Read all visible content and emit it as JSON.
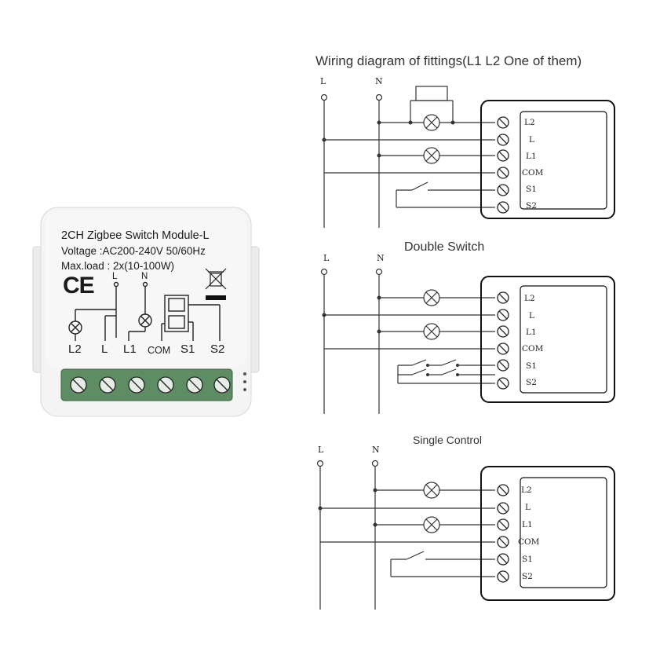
{
  "module": {
    "title": "2CH Zigbee Switch Module-L",
    "voltage": "Voltage :AC200-240V 50/60Hz",
    "max_load": "Max.load : 2x(10-100W)",
    "ce_mark": "CE",
    "top_labels": {
      "L": "L",
      "N": "N"
    },
    "terminal_labels": [
      "L2",
      "L",
      "L1",
      "COM",
      "S1",
      "S2"
    ],
    "weee_icon": "crossed-bin-icon",
    "colors": {
      "terminal_block": "#5e8d63",
      "case": "#f2f2f2"
    }
  },
  "diagrams": [
    {
      "title": "Wiring diagram of fittings(L1 L2 One of them)",
      "rail_labels": {
        "L": "L",
        "N": "N"
      },
      "pins": [
        "L2",
        "L",
        "L1",
        "COM",
        "S1",
        "S2"
      ]
    },
    {
      "title": "Double Switch",
      "rail_labels": {
        "L": "L",
        "N": "N"
      },
      "pins": [
        "L2",
        "L",
        "L1",
        "COM",
        "S1",
        "S2"
      ]
    },
    {
      "title": "Single Control",
      "rail_labels": {
        "L": "L",
        "N": "N"
      },
      "pins": [
        "L2",
        "L",
        "L1",
        "COM",
        "S1",
        "S2"
      ]
    }
  ]
}
